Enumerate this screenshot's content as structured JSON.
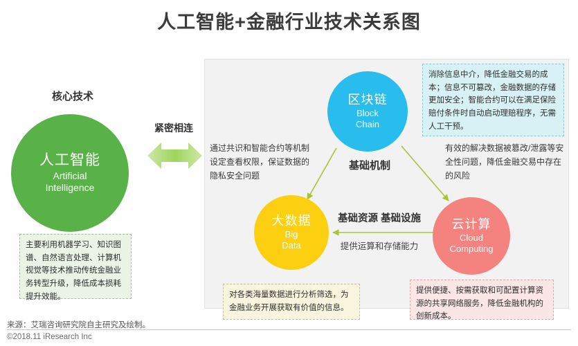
{
  "header": {
    "title": "人工智能+金融行业技术关系图"
  },
  "left_section": {
    "core_tech_label": "核心技术",
    "ai_circle": {
      "cn": "人工智能",
      "en_line1": "Artificial",
      "en_line2": "Intelligence",
      "color": "#59b247"
    },
    "ai_note": "主要利用机器学习、知识图谱、自然语言处理、计算机视觉等技术推动传统金融业务转型升级，降低成本损耗提升效能。",
    "connector_label": "紧密相连",
    "connector_icon": "double-arrow-icon",
    "connector_color": "#b9dd8e"
  },
  "panel": {
    "blockchain_circle": {
      "cn": "区块链",
      "en_line1": "Block",
      "en_line2": "Chain",
      "color": "#28bdec"
    },
    "bigdata_circle": {
      "cn": "大数据",
      "en_line1": "Big",
      "en_line2": "Data",
      "color": "#fcd011"
    },
    "cloud_circle": {
      "cn": "云计算",
      "en_line1": "Cloud",
      "en_line2": "Computing",
      "color": "#f4827f"
    },
    "blockchain_note": "消除信息中介，降低金融交易的成本；信息不可篡改，金融数据的存储更加安全；智能合约可以在满足保险赔付条件时自动启动理赔程序，无需人工干预。",
    "bigdata_note": "对各类海量数据进行分析筛选，为金融业务开展获取有价值的信息。",
    "cloud_note": "提供便捷、按需获取和可配置计算资源的共享网络服务，降低金融机构的创新成本。",
    "center_labels": {
      "mechanism": "基础机制",
      "resource_infra": "基础资源 基础设施",
      "capability": "提供运算和存储能力"
    },
    "edge_texts": {
      "blockchain_to_bigdata": "通过共识和智能合约等机制设定查看权限，保证数据的隐私安全问题",
      "blockchain_to_cloud": "有效的解决数据被篡改/泄露等安全性问题，降低金融交易中存在的风险"
    },
    "arrow_color": "#a8c43a"
  },
  "footer": {
    "source": "来源：艾瑞咨询研究院自主研究及绘制。",
    "copyright": "©2018.11 iResearch Inc"
  },
  "chart_data": {
    "type": "diagram",
    "title": "人工智能+金融行业技术关系图",
    "nodes": [
      {
        "id": "ai",
        "cn": "人工智能",
        "en": "Artificial Intelligence",
        "color": "#59b247",
        "group": "core"
      },
      {
        "id": "blockchain",
        "cn": "区块链",
        "en": "Block Chain",
        "color": "#28bdec",
        "group": "panel"
      },
      {
        "id": "bigdata",
        "cn": "大数据",
        "en": "Big Data",
        "color": "#fcd011",
        "group": "panel"
      },
      {
        "id": "cloud",
        "cn": "云计算",
        "en": "Cloud Computing",
        "color": "#f4827f",
        "group": "panel"
      }
    ],
    "edges": [
      {
        "from": "ai",
        "to": "panel",
        "label": "紧密相连",
        "style": "double-arrow"
      },
      {
        "from": "blockchain",
        "to": "bigdata",
        "label": "通过共识和智能合约等机制设定查看权限，保证数据的隐私安全问题",
        "style": "arrow"
      },
      {
        "from": "blockchain",
        "to": "cloud",
        "label": "有效的解决数据被篡改/泄露等安全性问题，降低金融交易中存在的风险",
        "style": "arrow"
      },
      {
        "from": "cloud",
        "to": "bigdata",
        "label": "提供运算和存储能力",
        "style": "arrow"
      }
    ]
  }
}
